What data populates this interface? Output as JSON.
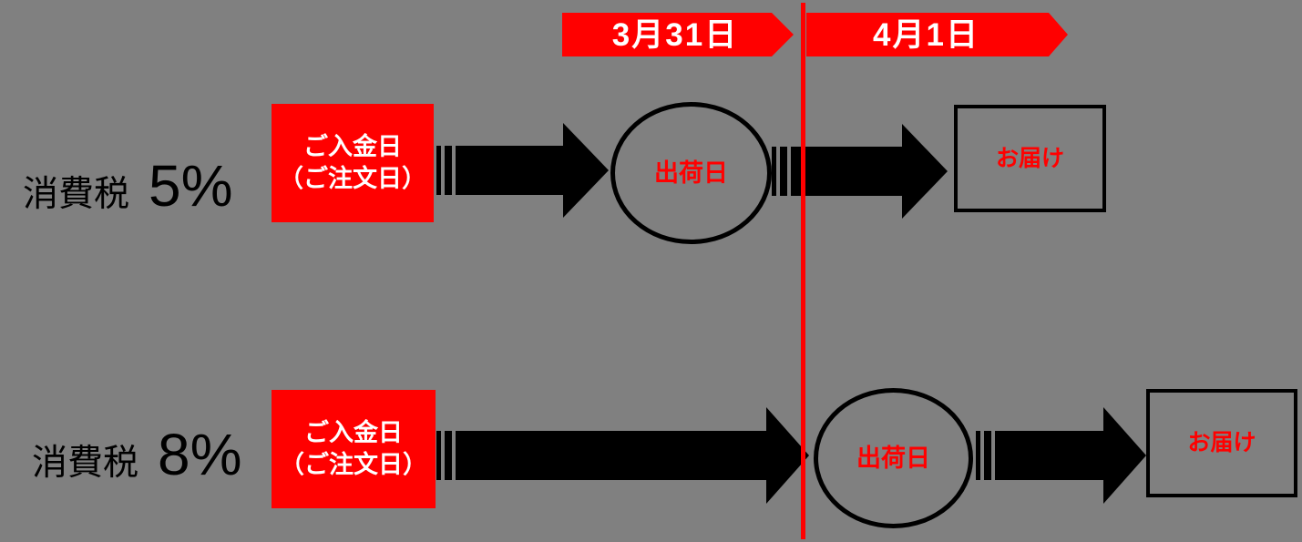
{
  "colors": {
    "background": "#808080",
    "accent_red": "#ff0000",
    "shape_black": "#000000",
    "banner_text": "#ffffff"
  },
  "timeline": {
    "left_banner": "3月31日",
    "right_banner": "4月1日"
  },
  "rows": [
    {
      "tax_word": "消費税",
      "tax_rate": "5%",
      "payment_line1": "ご入金日",
      "payment_line2": "（ご注文日）",
      "shipping_label": "出荷日",
      "delivery_label": "お届け"
    },
    {
      "tax_word": "消費税",
      "tax_rate": "8%",
      "payment_line1": "ご入金日",
      "payment_line2": "（ご注文日）",
      "shipping_label": "出荷日",
      "delivery_label": "お届け"
    }
  ]
}
